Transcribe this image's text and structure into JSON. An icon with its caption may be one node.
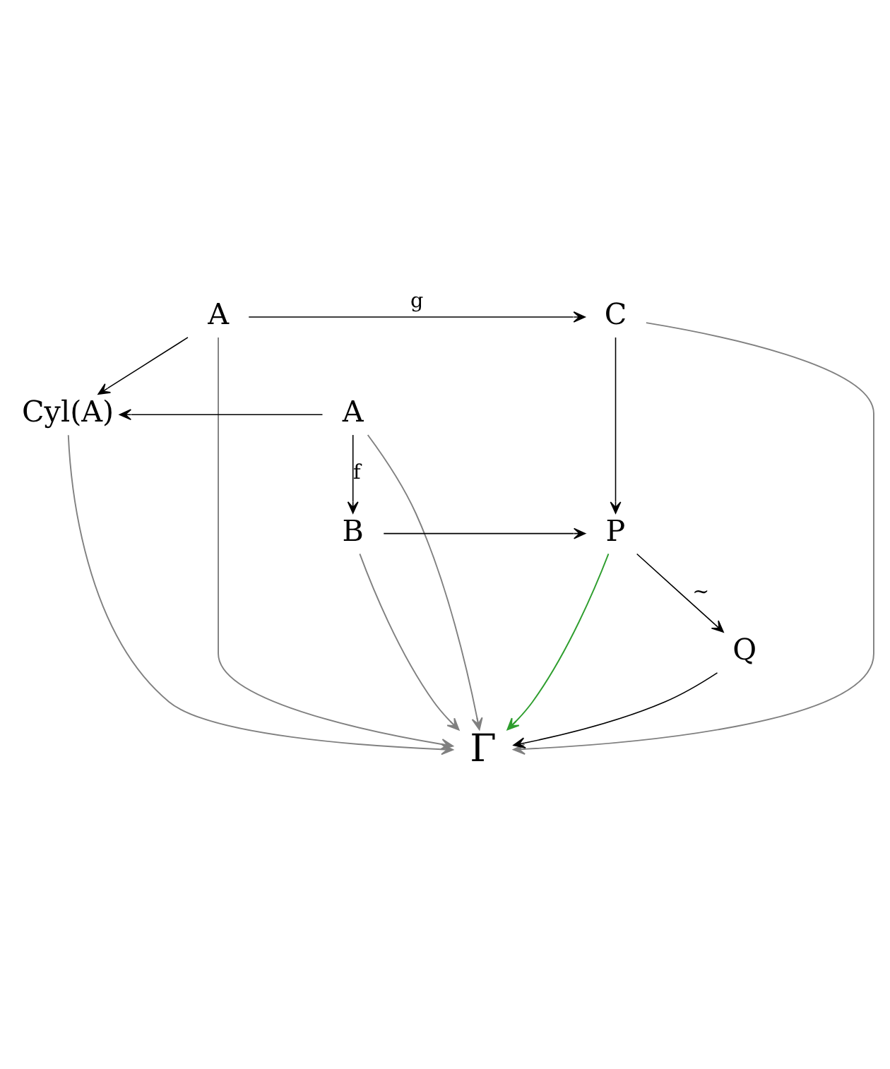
{
  "diagram": {
    "nodes": [
      {
        "text": [
          "A"
        ]
      },
      {
        "text": [
          "C"
        ]
      },
      {
        "text": [
          "A"
        ]
      },
      {
        "text": [
          "Cyl(A)"
        ]
      },
      {
        "text": [
          "B"
        ]
      },
      {
        "text": [
          "P"
        ]
      },
      {
        "text": [
          "Q"
        ]
      },
      {
        "text": [
          "Γ"
        ]
      }
    ],
    "edges": [
      {
        "from": 0,
        "to": 1,
        "arrow": "to",
        "label": "g"
      },
      {
        "from": 0,
        "to": 3,
        "arrow": "to"
      },
      {
        "from": 1,
        "to": 5,
        "arrow": "to"
      },
      {
        "from": 2,
        "to": 3,
        "arrow": "to"
      },
      {
        "from": 2,
        "to": 4,
        "arrow": "to",
        "label": "f"
      },
      {
        "from": 4,
        "to": 5,
        "arrow": "to"
      },
      {
        "from": 5,
        "to": 6,
        "arrow": "to",
        "label": "~"
      },
      {
        "from": 4,
        "to": 7,
        "arrow": "to",
        "color": "#808080"
      },
      {
        "from": 2,
        "to": 7,
        "arrow": "to",
        "color": "#808080"
      },
      {
        "from": 3,
        "to": 7,
        "arrow": "to",
        "color": "#808080"
      },
      {
        "from": 0,
        "to": 7,
        "arrow": "to",
        "color": "#808080"
      },
      {
        "from": 1,
        "to": 7,
        "arrow": "to",
        "color": "#808080"
      },
      {
        "from": 5,
        "to": 7,
        "arrow": "to",
        "color": "#2e9e2e"
      },
      {
        "from": 6,
        "to": 7,
        "arrow": "to"
      }
    ]
  }
}
